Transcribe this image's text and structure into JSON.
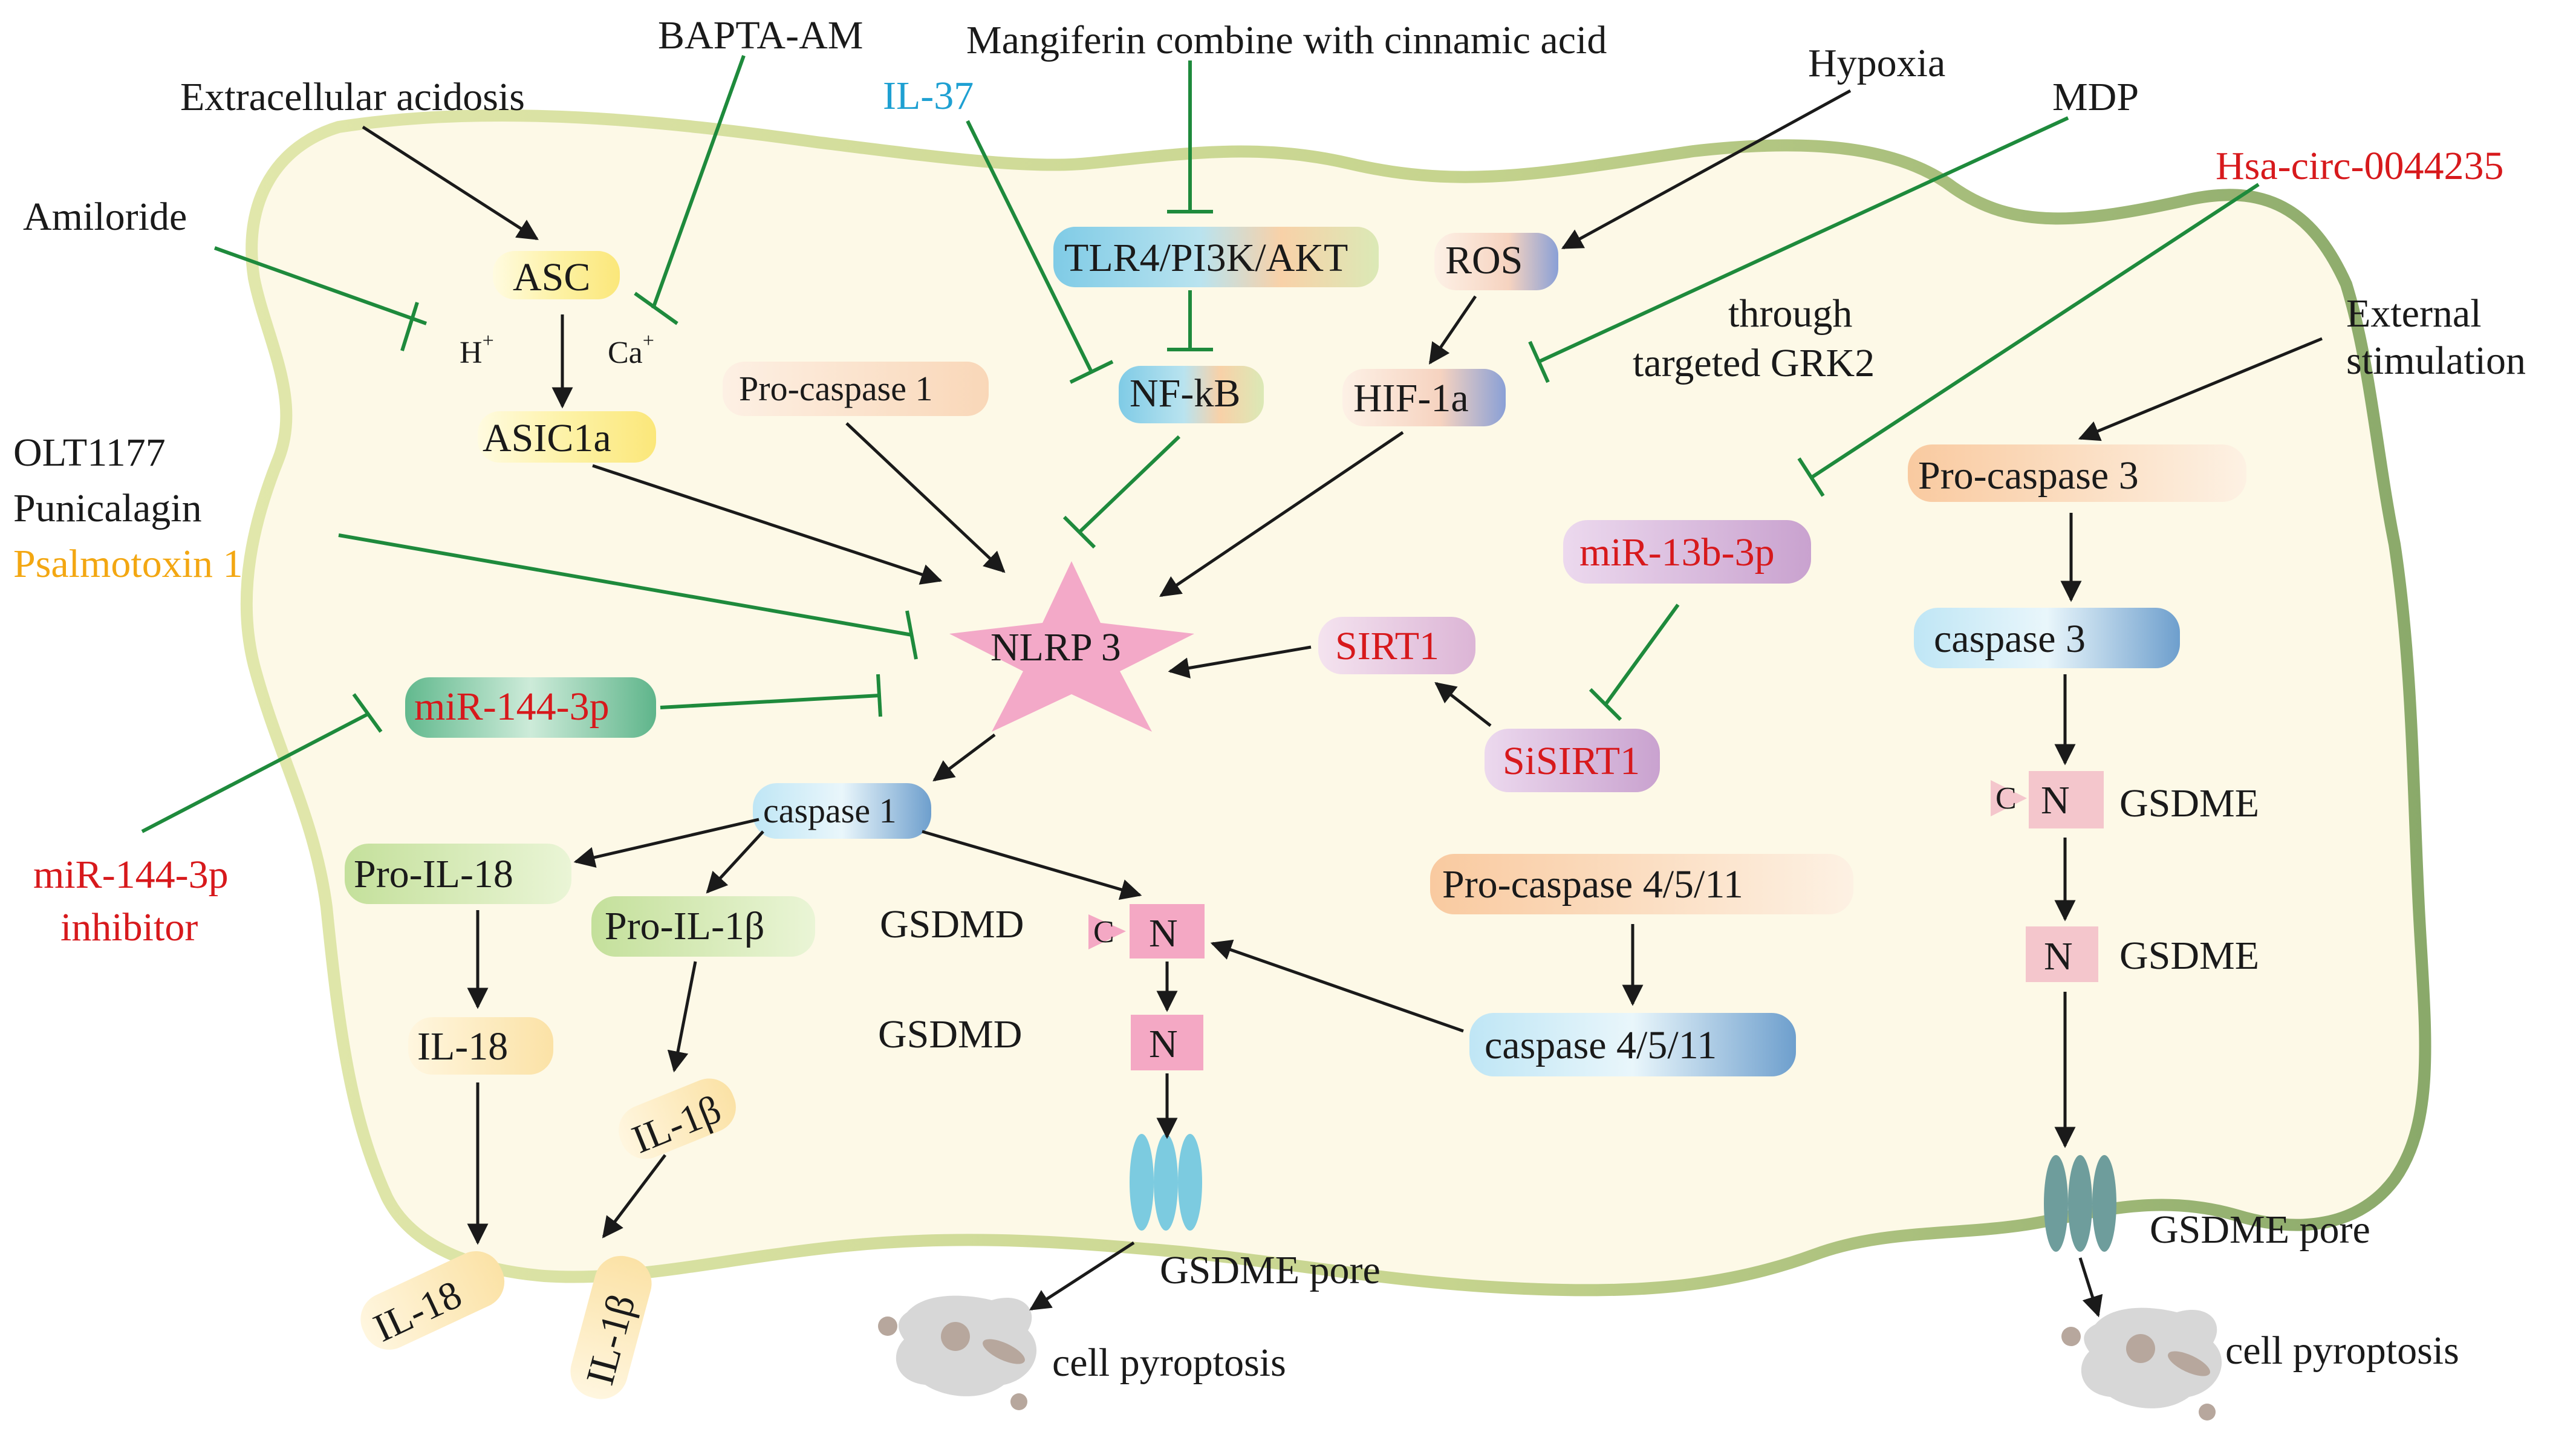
{
  "inhibitors": {
    "bapta": "BAPTA-AM",
    "mangiferin": "Mangiferin combine with cinnamic acid",
    "il37": "IL-37",
    "amiloride": "Amiloride",
    "olt1177": "OLT1177",
    "punicalagin": "Punicalagin",
    "psalmotoxin": "Psalmotoxin 1",
    "mir144_inhibitor_line1": "miR-144-3p",
    "mir144_inhibitor_line2": "inhibitor",
    "mdp": "MDP",
    "hsa_circ": "Hsa-circ-0044235"
  },
  "stimuli": {
    "acidosis": "Extracellular acidosis",
    "hypoxia": "Hypoxia",
    "external_line1": "External",
    "external_line2": "stimulation",
    "through_line1": "through",
    "through_line2": "targeted GRK2"
  },
  "nodes": {
    "asc": "ASC",
    "h_ion": "H",
    "h_sup": "+",
    "ca_ion": "Ca",
    "ca_sup": "+",
    "asic1a": "ASIC1a",
    "tlr4": "TLR4/PI3K/AKT",
    "nfkb": "NF-kB",
    "ros": "ROS",
    "hif1a": "HIF-1a",
    "pro_caspase1": "Pro-caspase 1",
    "nlrp3": "NLRP 3",
    "sirt1": "SIRT1",
    "sisirt1": "SiSIRT1",
    "mir13b": "miR-13b-3p",
    "mir144": "miR-144-3p",
    "caspase1": "caspase 1",
    "pro_il18": "Pro-IL-18",
    "pro_il1b": "Pro-IL-1β",
    "il18": "IL-18",
    "il1b": "IL-1β",
    "il18_out": "IL-18",
    "il1b_out": "IL-1β",
    "gsdmd_1": "GSDMD",
    "gsdmd_2": "GSDMD",
    "c_label": "C",
    "n_label": "N",
    "pro_caspase_4511": "Pro-caspase 4/5/11",
    "caspase_4511": "caspase 4/5/11",
    "pro_caspase3": "Pro-caspase 3",
    "caspase3": "caspase 3",
    "gsdme_1": "GSDME",
    "gsdme_2": "GSDME",
    "gsdme_pore_left": "GSDME pore",
    "gsdme_pore_right": "GSDME pore",
    "pyroptosis_left": "cell pyroptosis",
    "pyroptosis_right": "cell pyroptosis"
  },
  "colors": {
    "cytoplasm": "#fdf9e7",
    "membrane_left": "#dfe5a6",
    "membrane_right": "#8fae6f",
    "inhibit_line": "#1e8a3c",
    "activate_line": "#1a1a1a",
    "red_text": "#d7191c",
    "blue_text": "#1ea0d2",
    "orange_text": "#f3a712",
    "star": "#f3a9c8"
  }
}
